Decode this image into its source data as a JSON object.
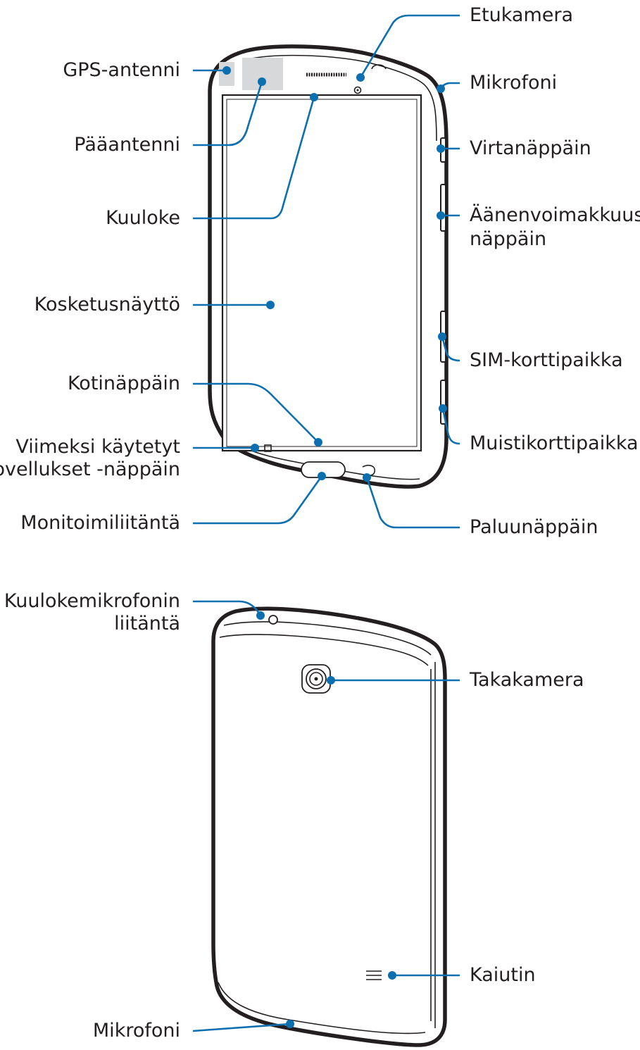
{
  "front_labels": {
    "gps_antenna": "GPS-antenni",
    "main_antenna": "Pääantenni",
    "earpiece": "Kuuloke",
    "touchscreen": "Kosketusnäyttö",
    "home_key": "Kotinäppäin",
    "recent_apps_key": [
      "Viimeksi käytetyt",
      "sovellukset -näppäin"
    ],
    "multipurpose_jack": "Monitoimiliitäntä",
    "front_camera": "Etukamera",
    "microphone_top": "Mikrofoni",
    "power_key": "Virtanäppäin",
    "volume_key": [
      "Äänenvoimakkuus-",
      "näppäin"
    ],
    "sim_slot": "SIM-korttipaikka",
    "memory_card_slot": "Muistikorttipaikka",
    "back_key": "Paluunäppäin"
  },
  "back_labels": {
    "headset_jack": [
      "Kuulokemikrofonin",
      "liitäntä"
    ],
    "rear_camera": "Takakamera",
    "speaker": "Kaiutin",
    "microphone_bottom": "Mikrofoni"
  }
}
